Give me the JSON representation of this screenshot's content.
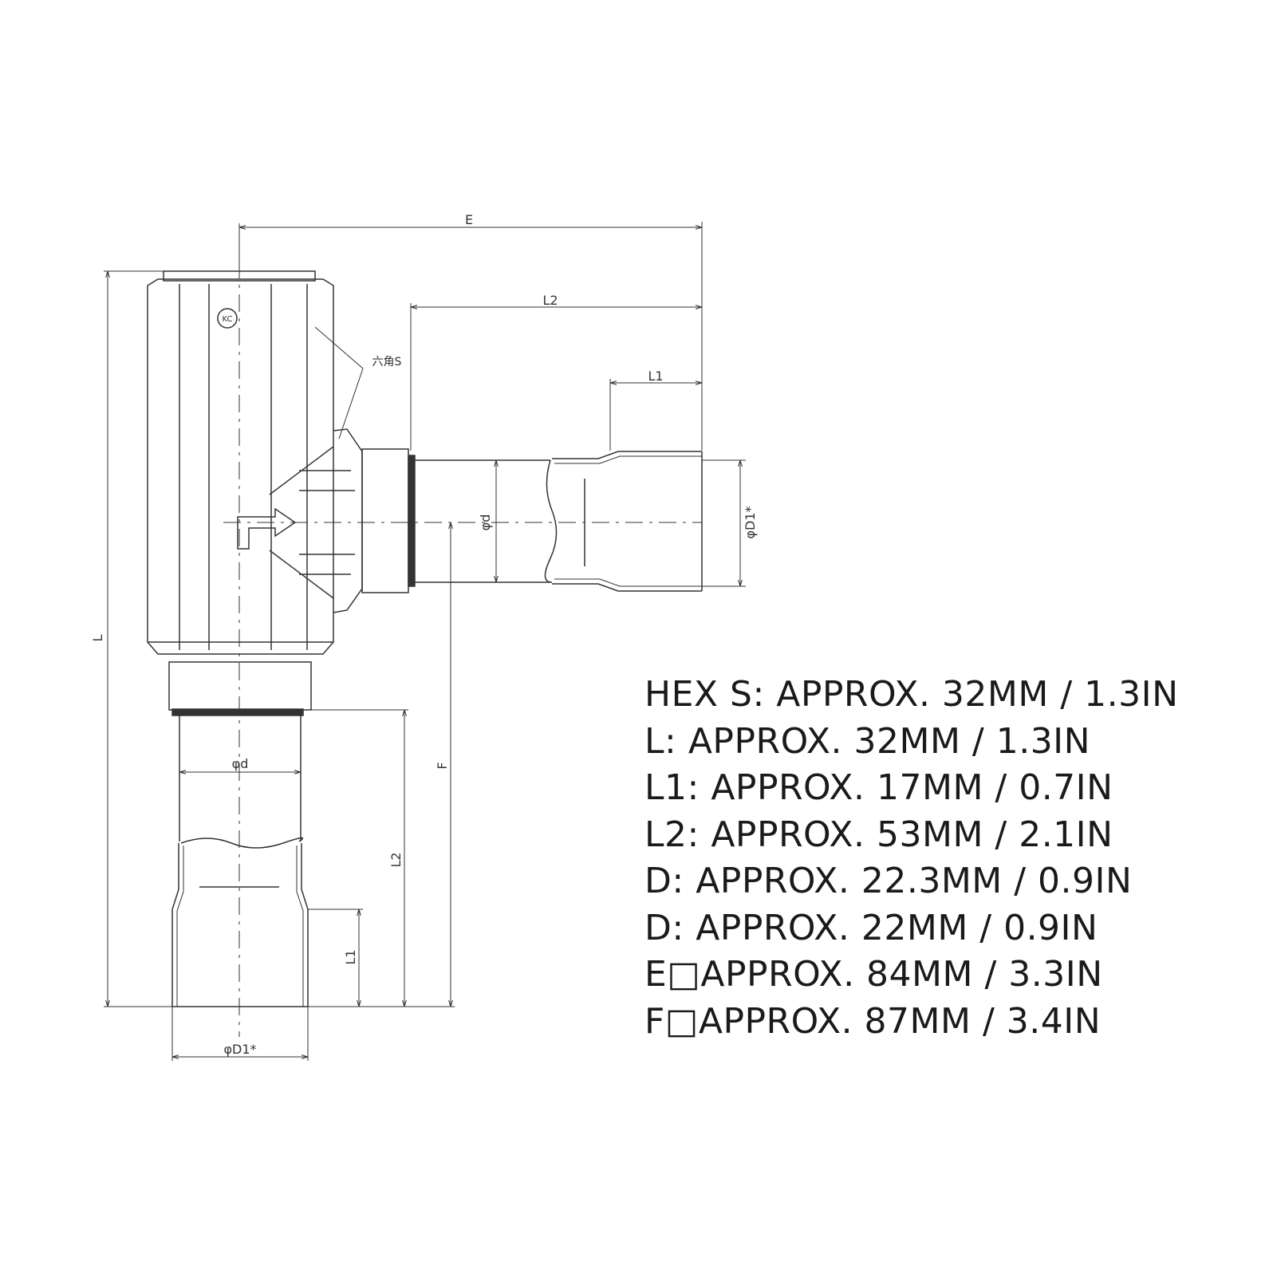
{
  "drawing": {
    "labels": {
      "E": "E",
      "L2_top": "L2",
      "L1_top": "L1",
      "hex": "六角S",
      "od_right": "φd",
      "OD1_right": "φD1*",
      "L": "L",
      "F": "F",
      "od_bottom": "φd",
      "L2_side": "L2",
      "L1_side": "L1",
      "OD1_bottom": "φD1*",
      "mark": "KC"
    }
  },
  "specs": [
    "HEX S: APPROX. 32MM / 1.3IN",
    "L: APPROX. 32MM / 1.3IN",
    "L1: APPROX. 17MM / 0.7IN",
    "L2: APPROX. 53MM / 2.1IN",
    "D: APPROX. 22.3MM / 0.9IN",
    "D: APPROX. 22MM / 0.9IN",
    "E□APPROX. 84MM / 3.3IN",
    "F□APPROX. 87MM / 3.4IN"
  ]
}
